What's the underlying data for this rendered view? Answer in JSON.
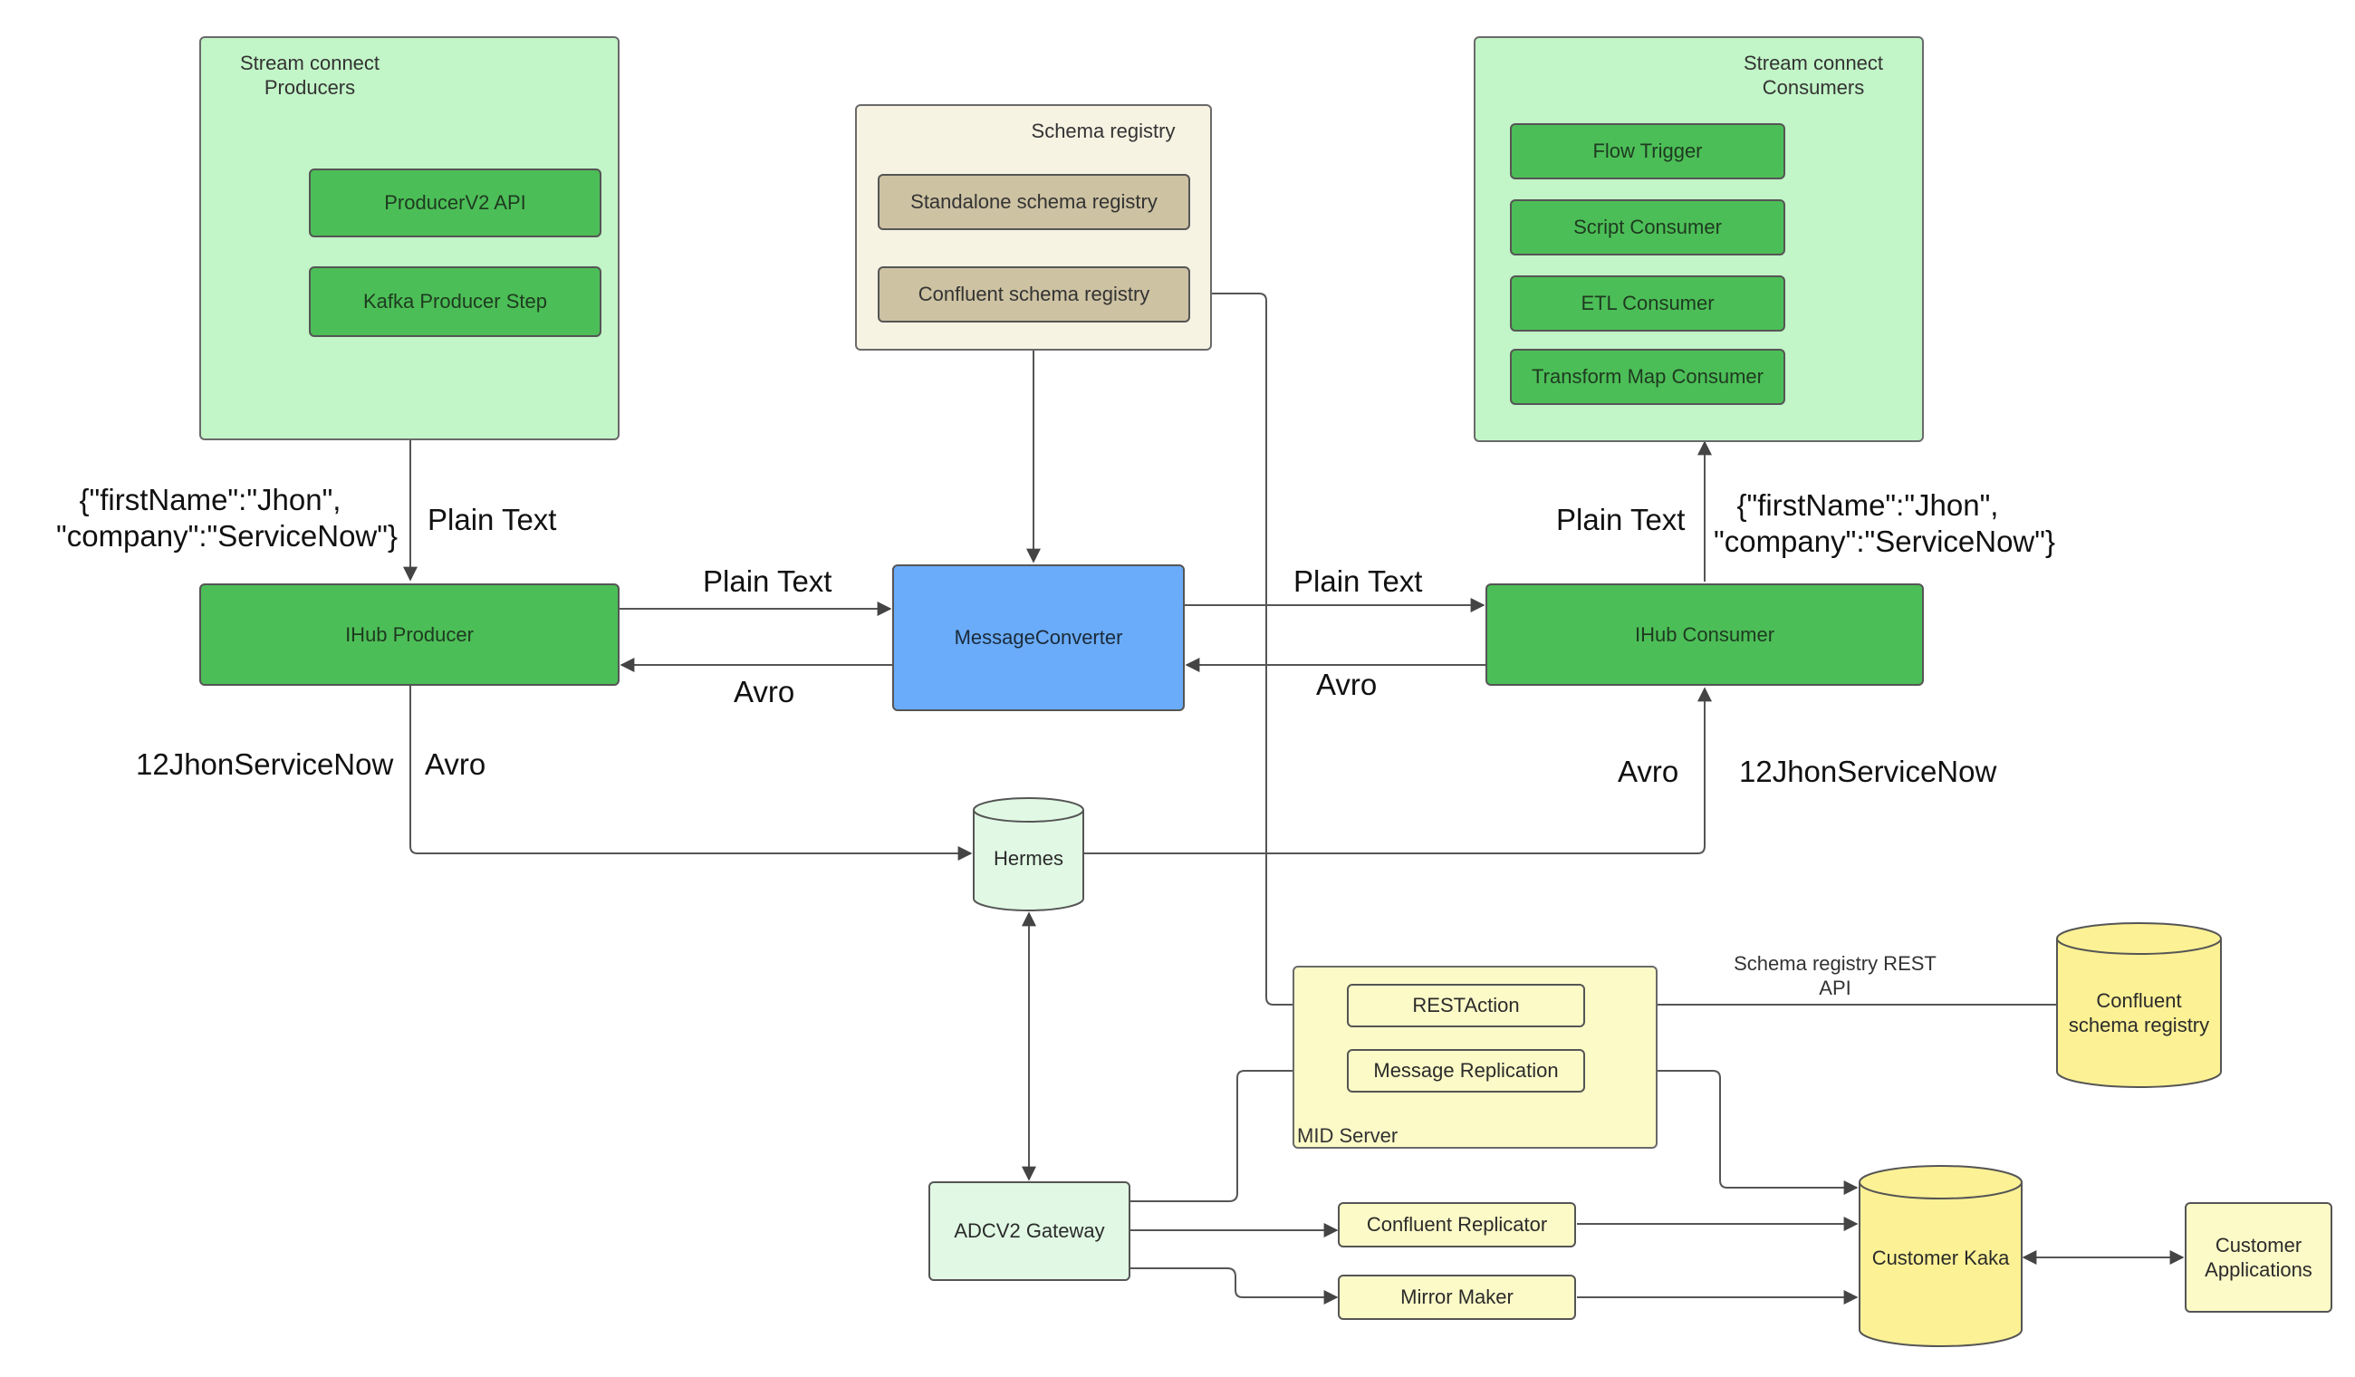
{
  "groups": {
    "producers": {
      "title": "Stream connect\nProducers"
    },
    "schema": {
      "title": "Schema registry"
    },
    "consumers": {
      "title": "Stream connect\nConsumers"
    },
    "mid": {
      "title": "MID Server"
    }
  },
  "nodes": {
    "producer_api": "ProducerV2 API",
    "kafka_step": "Kafka Producer Step",
    "standalone_registry": "Standalone schema registry",
    "confluent_registry": "Confluent schema registry",
    "flow_trigger": "Flow Trigger",
    "script_consumer": "Script Consumer",
    "etl_consumer": "ETL Consumer",
    "transform_map": "Transform Map Consumer",
    "ihub_producer": "IHub Producer",
    "message_converter": "MessageConverter",
    "ihub_consumer": "IHub Consumer",
    "hermes": "Hermes",
    "rest_action": "RESTAction",
    "message_replication": "Message Replication",
    "confluent_db": "Confluent\nschema registry",
    "adcv2": "ADCV2 Gateway",
    "confluent_replicator": "Confluent Replicator",
    "mirror_maker": "Mirror Maker",
    "customer_kaka": "Customer Kaka",
    "customer_apps": "Customer\nApplications"
  },
  "labels": {
    "json_left": "{\"firstName\":\"Jhon\",\n\"company\":\"ServiceNow\"}",
    "json_right": "{\"firstName\":\"Jhon\",\n\"company\":\"ServiceNow\"}",
    "plain_prod_down": "Plain Text",
    "plain_conv_in": "Plain Text",
    "avro_conv_back": "Avro",
    "plain_conv_out": "Plain Text",
    "avro_cons_back": "Avro",
    "plain_cons_up": "Plain Text",
    "serial_left": "12JhonServiceNow",
    "avro_left": "Avro",
    "avro_right": "Avro",
    "serial_right": "12JhonServiceNow",
    "rest_api": "Schema registry REST\nAPI"
  },
  "colors": {
    "group_green": "#c2f5c7",
    "node_green": "#4cbe57",
    "group_tan": "#f7f3e3",
    "node_tan": "#cdc2a2",
    "converter_blue": "#6aacf9",
    "light_green": "#e1f9e4",
    "yellow": "#fcfac7",
    "db_yellow": "#fcf195"
  }
}
